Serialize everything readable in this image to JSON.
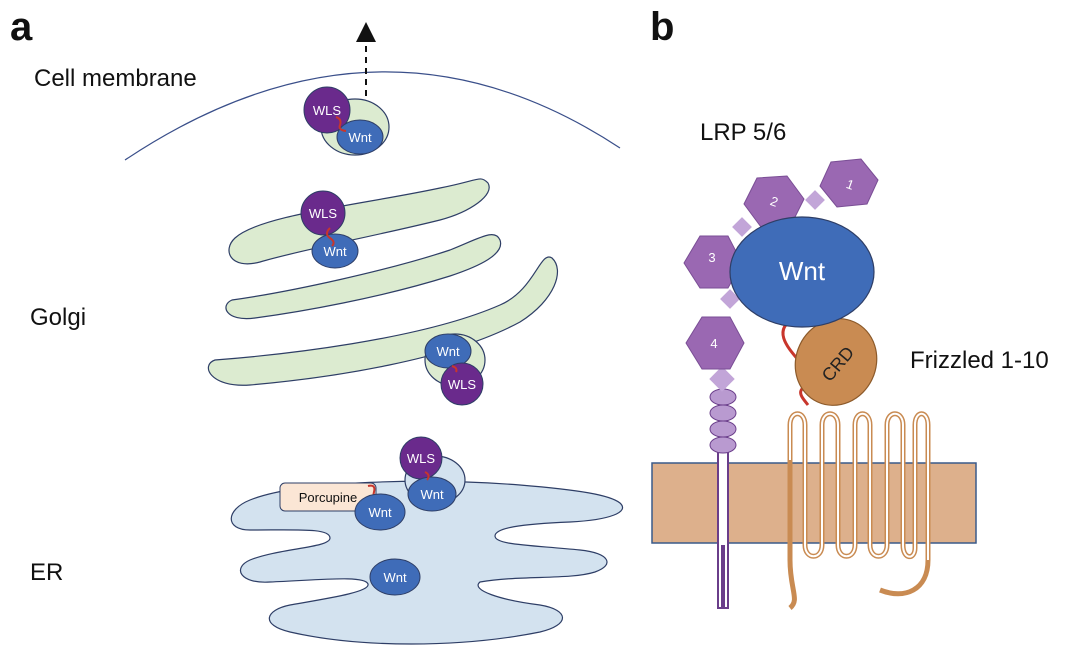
{
  "panel_a": {
    "letter": "a",
    "labels": {
      "cell_membrane": "Cell membrane",
      "golgi": "Golgi",
      "er": "ER"
    },
    "molecules": {
      "wls": "WLS",
      "wnt": "Wnt",
      "porcupine": "Porcupine"
    }
  },
  "panel_b": {
    "letter": "b",
    "labels": {
      "lrp": "LRP 5/6",
      "frizzled": "Frizzled 1-10"
    },
    "wnt": "Wnt",
    "crd": "CRD",
    "domains": [
      "1",
      "2",
      "3",
      "4"
    ]
  },
  "colors": {
    "wls": "#6a2a8c",
    "wnt": "#3f6cb8",
    "golgi": "#dcebd0",
    "er": "#d3e2ef",
    "membrane_band": "#ddb08c",
    "lrp_domain": "#9a68b2",
    "crd": "#c98b52",
    "linker": "#c8362c"
  }
}
